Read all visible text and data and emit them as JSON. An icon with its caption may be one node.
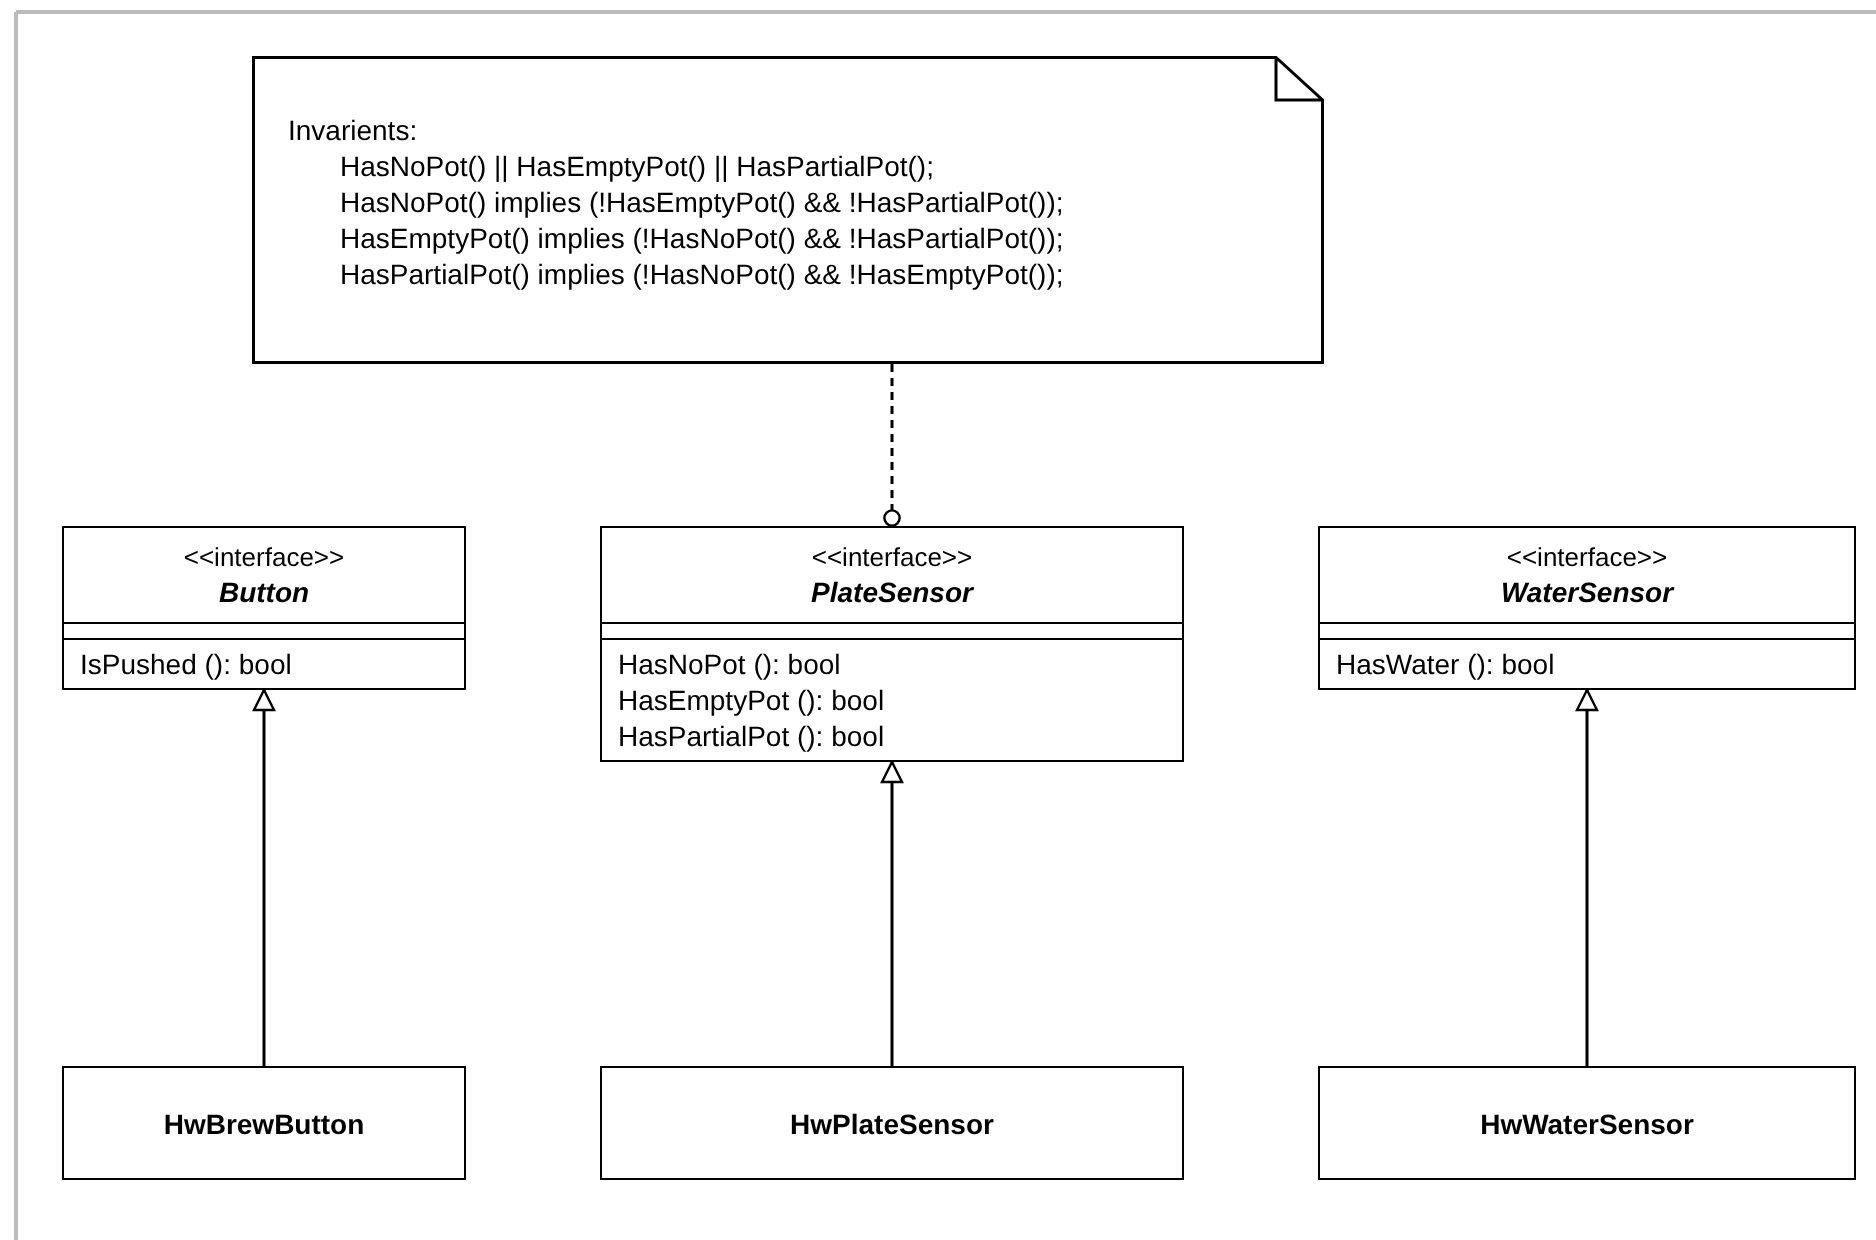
{
  "diagram": {
    "nodes": [
      {
        "text": [
          "Invarients:",
          "HasNoPot() || HasEmptyPot() || HasPartialPot();",
          "HasNoPot() implies (!HasEmptyPot() && !HasPartialPot());",
          "HasEmptyPot() implies (!HasNoPot() && !HasPartialPot());",
          "HasPartialPot() implies (!HasNoPot() && !HasEmptyPot());"
        ]
      },
      {
        "text": [
          "<<interface>>",
          "Button",
          "IsPushed (): bool"
        ]
      },
      {
        "text": [
          "<<interface>>",
          "PlateSensor",
          "HasNoPot (): bool",
          "HasEmptyPot (): bool",
          "HasPartialPot (): bool"
        ]
      },
      {
        "text": [
          "<<interface>>",
          "WaterSensor",
          "HasWater (): bool"
        ]
      },
      {
        "text": [
          "HwBrewButton"
        ]
      },
      {
        "text": [
          "HwPlateSensor"
        ]
      },
      {
        "text": [
          "HwWaterSensor"
        ]
      }
    ],
    "edges": [
      {
        "from": 0,
        "to": 2,
        "arrow": "other",
        "style": "dashed"
      },
      {
        "from": 4,
        "to": 1,
        "arrow": "to"
      },
      {
        "from": 5,
        "to": 2,
        "arrow": "to"
      },
      {
        "from": 6,
        "to": 3,
        "arrow": "to"
      }
    ]
  }
}
